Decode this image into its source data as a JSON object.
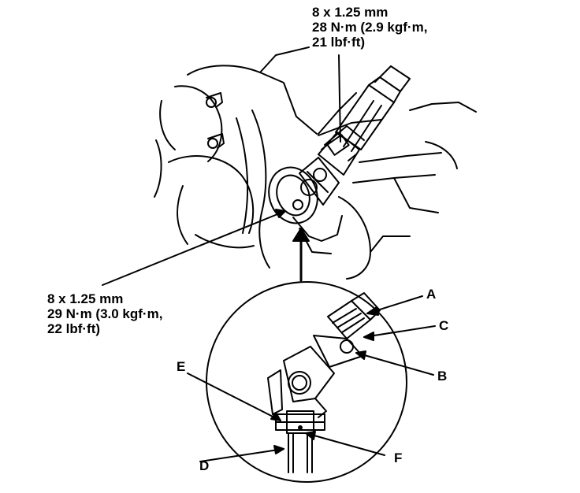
{
  "callouts": {
    "upper": {
      "line1": "8 x 1.25 mm",
      "line2": "28 N·m (2.9 kgf·m,",
      "line3": "21 lbf·ft)"
    },
    "lower": {
      "line1": "8 x 1.25 mm",
      "line2": "29 N·m (3.0 kgf·m,",
      "line3": "22 lbf·ft)"
    }
  },
  "labels": {
    "a": "A",
    "b": "B",
    "c": "C",
    "d": "D",
    "e": "E",
    "f": "F"
  }
}
